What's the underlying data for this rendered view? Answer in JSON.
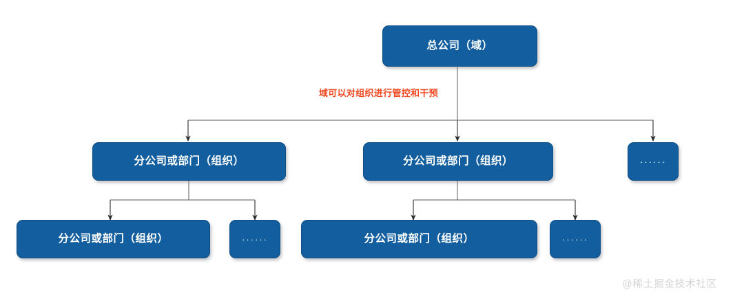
{
  "diagram": {
    "title_text": "总公司（域）",
    "annotation": "域可以对组织进行管控和干预",
    "colors": {
      "node_fill": "#125e9e",
      "node_border": "#0d4d83",
      "node_text": "#ffffff",
      "annotation_text": "#f04a23",
      "connector": "#595959",
      "background": "#ffffff",
      "watermark": "#d4d4d4"
    },
    "nodes": {
      "root": {
        "label": "总公司（域）"
      },
      "level2": [
        {
          "label": "分公司或部门（组织）"
        },
        {
          "label": "分公司或部门（组织）"
        },
        {
          "label": "······"
        }
      ],
      "level3": [
        {
          "label": "分公司或部门（组织）"
        },
        {
          "label": "······"
        },
        {
          "label": "分公司或部门（组织）"
        },
        {
          "label": "······"
        }
      ]
    }
  },
  "watermark": {
    "text": "@稀土掘金技术社区"
  }
}
